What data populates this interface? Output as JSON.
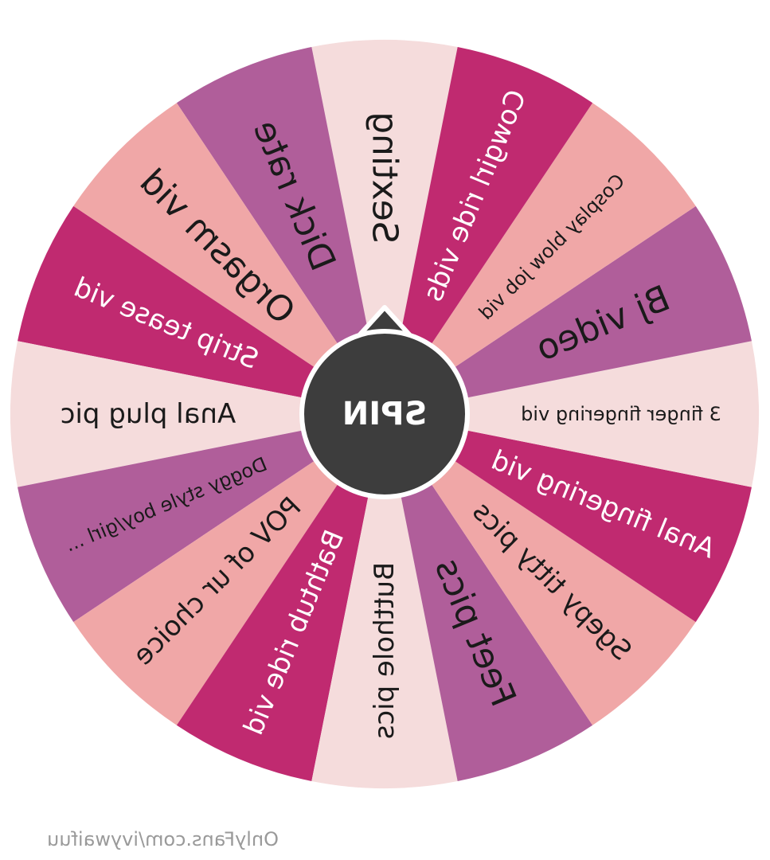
{
  "wheel": {
    "mirrored": true,
    "segments": [
      {
        "label": "Sexting",
        "color": "#f5dcdc",
        "text_color": "#1a1a1a"
      },
      {
        "label": "Dick rate",
        "color": "#b05e9a",
        "text_color": "#1a1a1a"
      },
      {
        "label": "Orgasm vid",
        "color": "#f0a7a7",
        "text_color": "#1a1a1a"
      },
      {
        "label": "Strip tease vid",
        "color": "#c02a70",
        "text_color": "#ffffff"
      },
      {
        "label": "Anal plug pic",
        "color": "#f5dcdc",
        "text_color": "#1a1a1a"
      },
      {
        "label": "Doggy style boy/girl ...",
        "color": "#b05e9a",
        "text_color": "#1a1a1a"
      },
      {
        "label": "POV of ur choice",
        "color": "#f0a7a7",
        "text_color": "#1a1a1a"
      },
      {
        "label": "Bathtub ride vid",
        "color": "#c02a70",
        "text_color": "#ffffff"
      },
      {
        "label": "Butthole pics",
        "color": "#f5dcdc",
        "text_color": "#1a1a1a"
      },
      {
        "label": "Feet pics",
        "color": "#b05e9a",
        "text_color": "#1a1a1a"
      },
      {
        "label": "Sgepy titty pics",
        "color": "#f0a7a7",
        "text_color": "#1a1a1a"
      },
      {
        "label": "Anal fingering vid",
        "color": "#c02a70",
        "text_color": "#ffffff"
      },
      {
        "label": "3 finger fingering vid",
        "color": "#f5dcdc",
        "text_color": "#1a1a1a"
      },
      {
        "label": "Bj video",
        "color": "#b05e9a",
        "text_color": "#1a1a1a"
      },
      {
        "label": "Cosplay blow job vid",
        "color": "#f0a7a7",
        "text_color": "#1a1a1a"
      },
      {
        "label": "Cowgirl ride vids",
        "color": "#c02a70",
        "text_color": "#ffffff"
      }
    ],
    "spin_button": {
      "label": "SPIN",
      "color": "#3d3d3d",
      "text_color": "#ffffff"
    }
  },
  "watermark": {
    "text": "OnlyFans.com/ivywaifuu",
    "color": "#9a9a9a"
  }
}
